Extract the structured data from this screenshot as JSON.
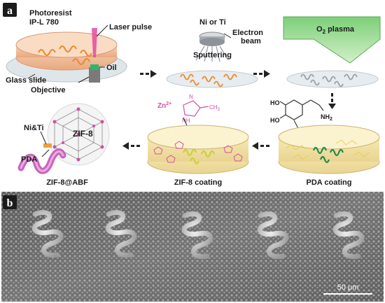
{
  "panel_a": {
    "tag": "a",
    "step1": {
      "photoresist_line1": "Photoresist",
      "photoresist_line2": "IP-L 780",
      "laser": "Laser pulse",
      "glass": "Glass slide",
      "oil": "Oil",
      "objective": "Objective"
    },
    "step2": {
      "metal": "Ni or Ti",
      "beam_line1": "Electron",
      "beam_line2": "beam",
      "sputtering": "Sputtering"
    },
    "step3": {
      "plasma_prefix": "O",
      "plasma_sub": "2",
      "plasma_suffix": " plasma"
    },
    "step4": {
      "title": "PDA coating",
      "nh2": "NH",
      "nh2_sub": "2",
      "ho_top": "HO",
      "ho_bottom": "HO"
    },
    "step5": {
      "title": "ZIF-8 coating",
      "zn": "Zn",
      "zn_sup": "2+",
      "n_label": "N",
      "nh_label": "NH",
      "ch3": "CH",
      "ch3_sub": "3"
    },
    "step6": {
      "title": "ZIF-8@ABF",
      "zif8": "ZIF-8",
      "niti": "Ni&Ti",
      "pda": "PDA"
    }
  },
  "panel_b": {
    "tag": "b",
    "scale_bar": "50 μm"
  },
  "colors": {
    "panel_tag_bg": "#1b1b1b",
    "plasma_green": "#8fd989",
    "helix_orange": "#e98a2c",
    "helix_gray": "#9aa0a6",
    "helix_green": "#1e8b4d",
    "helix_pink": "#d24fa5",
    "helix_lime": "#c9d13a",
    "pda_yellow": "#f3e76a",
    "zif_pink": "#e3a7d6",
    "sem_bg": "#6b6b6b"
  }
}
